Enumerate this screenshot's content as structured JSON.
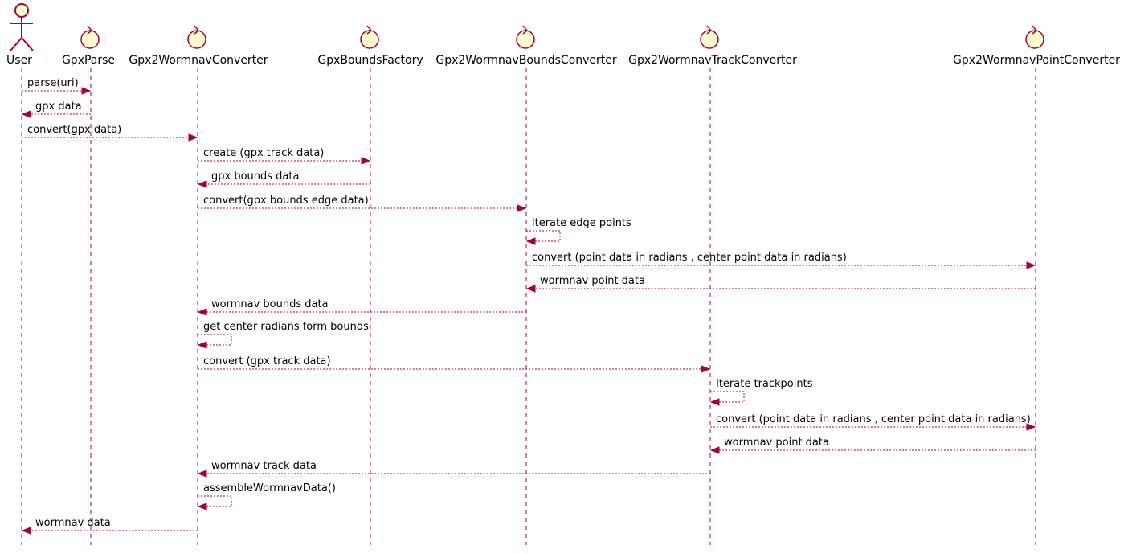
{
  "participants": [
    {
      "id": "user",
      "name": "User",
      "kind": "actor"
    },
    {
      "id": "gpxparse",
      "name": "GpxParse",
      "kind": "control"
    },
    {
      "id": "g2wconv",
      "name": "Gpx2WormnavConverter",
      "kind": "control"
    },
    {
      "id": "boundsfactory",
      "name": "GpxBoundsFactory",
      "kind": "control"
    },
    {
      "id": "boundsconv",
      "name": "Gpx2WormnavBoundsConverter",
      "kind": "control"
    },
    {
      "id": "trackconv",
      "name": "Gpx2WormnavTrackConverter",
      "kind": "control"
    },
    {
      "id": "pointconv",
      "name": "Gpx2WormnavPointConverter",
      "kind": "control"
    }
  ],
  "messages": [
    {
      "from": "user",
      "to": "gpxparse",
      "label": "parse(uri)"
    },
    {
      "from": "gpxparse",
      "to": "user",
      "label": "gpx data"
    },
    {
      "from": "user",
      "to": "g2wconv",
      "label": "convert(gpx data)"
    },
    {
      "from": "g2wconv",
      "to": "boundsfactory",
      "label": "create (gpx track data)"
    },
    {
      "from": "boundsfactory",
      "to": "g2wconv",
      "label": "gpx bounds data"
    },
    {
      "from": "g2wconv",
      "to": "boundsconv",
      "label": "convert(gpx bounds edge data)"
    },
    {
      "from": "boundsconv",
      "to": "boundsconv",
      "label": "iterate edge points"
    },
    {
      "from": "boundsconv",
      "to": "pointconv",
      "label": "convert (point data in radians , center point data in radians)"
    },
    {
      "from": "pointconv",
      "to": "boundsconv",
      "label": "wormnav point data"
    },
    {
      "from": "boundsconv",
      "to": "g2wconv",
      "label": "wormnav bounds data"
    },
    {
      "from": "g2wconv",
      "to": "g2wconv",
      "label": "get center radians form bounds"
    },
    {
      "from": "g2wconv",
      "to": "trackconv",
      "label": "convert (gpx track data)"
    },
    {
      "from": "trackconv",
      "to": "trackconv",
      "label": "Iterate trackpoints"
    },
    {
      "from": "trackconv",
      "to": "pointconv",
      "label": "convert (point data in radians , center point data in radians)"
    },
    {
      "from": "pointconv",
      "to": "trackconv",
      "label": "wormnav point data"
    },
    {
      "from": "trackconv",
      "to": "g2wconv",
      "label": "wormnav track data"
    },
    {
      "from": "g2wconv",
      "to": "g2wconv",
      "label": "assembleWormnavData()"
    },
    {
      "from": "g2wconv",
      "to": "user",
      "label": "wormnav data"
    }
  ],
  "colors": {
    "line": "#A80036",
    "fill": "#FEFECE"
  }
}
